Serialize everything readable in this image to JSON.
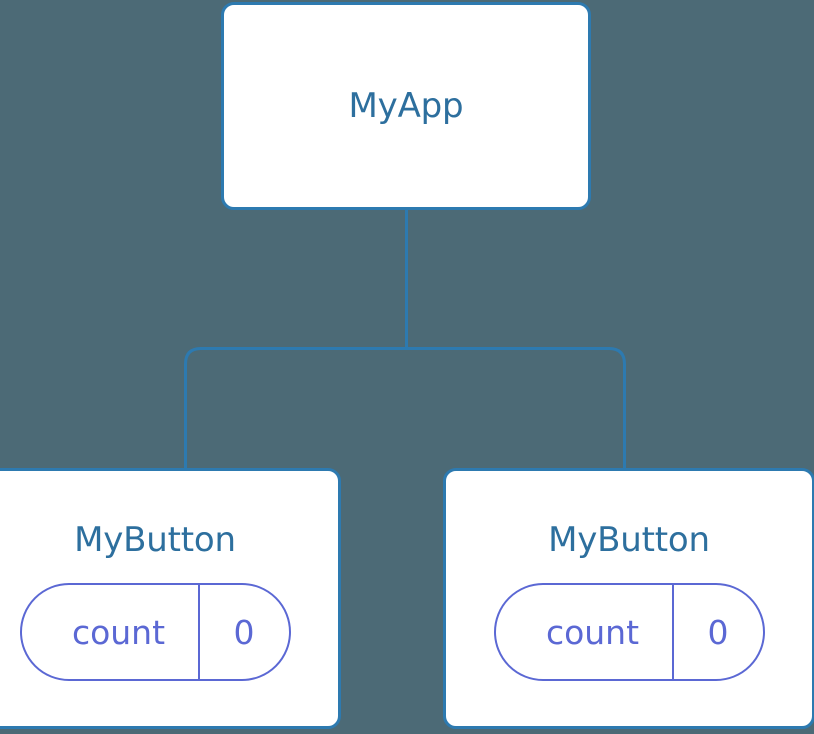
{
  "diagram": {
    "type": "component-tree",
    "background_color": "#4c6a76",
    "node_border_color": "#2d7ab0",
    "node_title_color": "#2d6f9e",
    "pill_color": "#5b68d4",
    "edge_color": "#2d7ab0"
  },
  "root": {
    "title": "MyApp"
  },
  "children": [
    {
      "title": "MyButton",
      "state": {
        "key": "count",
        "value": "0"
      }
    },
    {
      "title": "MyButton",
      "state": {
        "key": "count",
        "value": "0"
      }
    }
  ]
}
